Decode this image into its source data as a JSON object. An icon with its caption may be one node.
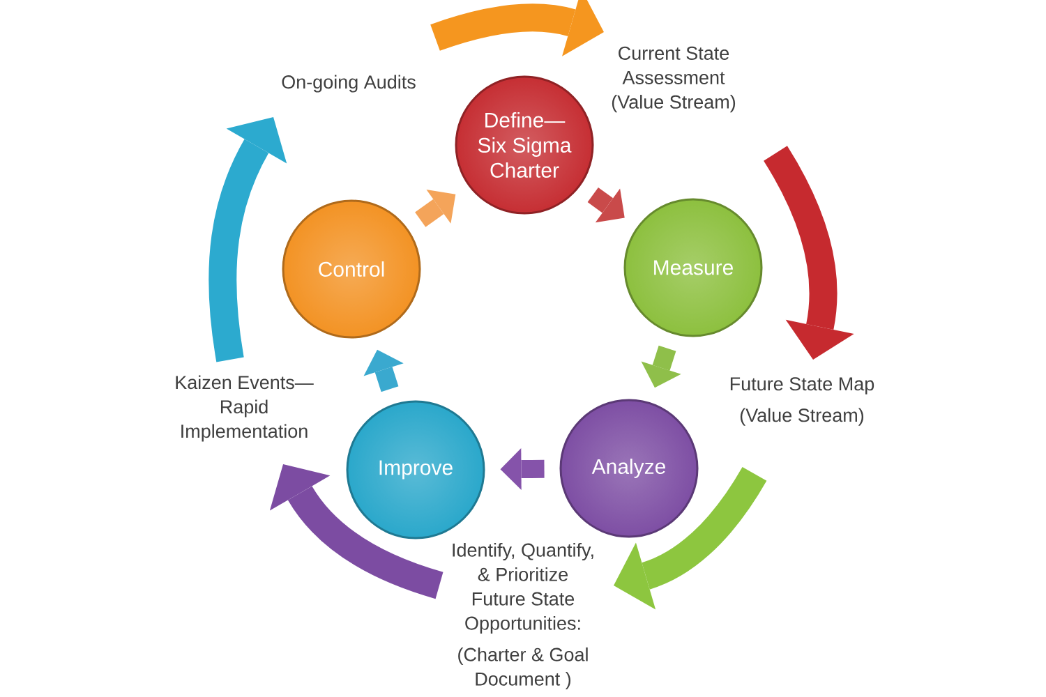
{
  "diagram": {
    "nodes": [
      {
        "text": [
          "Define— Six Sigma Charter"
        ]
      },
      {
        "text": [
          "Measure"
        ]
      },
      {
        "text": [
          "Analyze"
        ]
      },
      {
        "text": [
          "Improve"
        ]
      },
      {
        "text": [
          "Control"
        ]
      },
      {
        "text": [
          "On-going Audits"
        ]
      },
      {
        "text": [
          "Current State Assessment (Value Stream)"
        ]
      },
      {
        "text": [
          "Future State Map",
          "(Value Stream)"
        ]
      },
      {
        "text": [
          "Identify, Quantify, & Prioritize Future State Opportunities:",
          "(Charter & Goal Document )"
        ]
      },
      {
        "text": [
          "Kaizen Events— Rapid Implementation"
        ]
      }
    ],
    "edges": [
      {
        "from": 0,
        "to": 1,
        "arrow": "to",
        "color": "#c94a4a"
      },
      {
        "from": 1,
        "to": 2,
        "arrow": "to",
        "color": "#8fbf4a"
      },
      {
        "from": 2,
        "to": 3,
        "arrow": "to",
        "color": "#8553aa"
      },
      {
        "from": 3,
        "to": 4,
        "arrow": "to",
        "color": "#3aa9cf"
      },
      {
        "from": 4,
        "to": 0,
        "arrow": "to",
        "color": "#f4a45a"
      },
      {
        "from": 5,
        "to": 6,
        "arrow": "to",
        "color": "#f5961f"
      },
      {
        "from": 6,
        "to": 7,
        "arrow": "to",
        "color": "#c62a2f"
      },
      {
        "from": 7,
        "to": 8,
        "arrow": "to",
        "color": "#8dc63f"
      },
      {
        "from": 8,
        "to": 9,
        "arrow": "to",
        "color": "#7c4ca2"
      },
      {
        "from": 9,
        "to": 5,
        "arrow": "to",
        "color": "#2caacf"
      }
    ]
  }
}
